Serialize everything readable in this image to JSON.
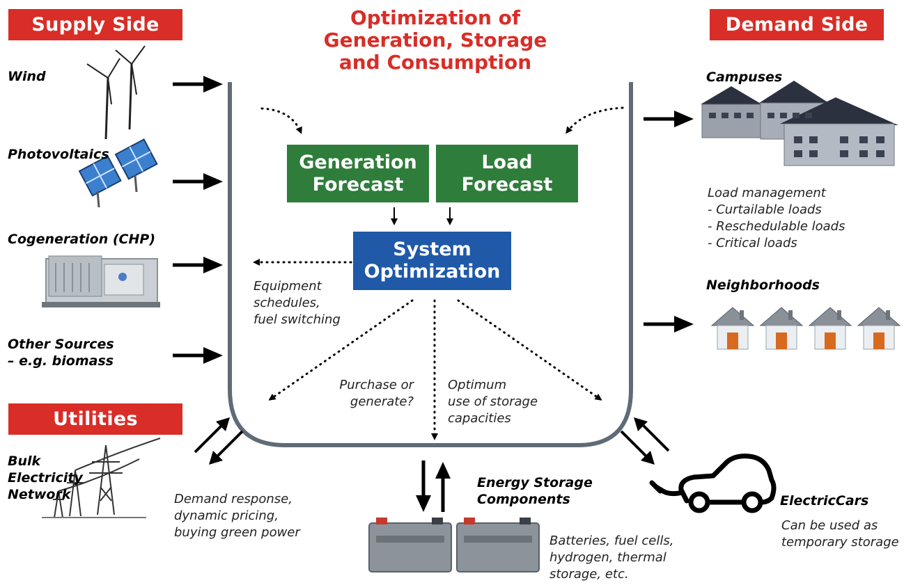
{
  "title": "Optimization of Generation, Storage and Consumption",
  "title_lines": [
    "Optimization of",
    "Generation, Storage",
    "and Consumption"
  ],
  "supply_side": {
    "heading": "Supply Side",
    "sources": [
      {
        "label": "Wind",
        "icon": "wind-turbine-icon"
      },
      {
        "label": "Photovoltaics",
        "icon": "solar-panel-icon"
      },
      {
        "label": "Cogeneration (CHP)",
        "icon": "chp-unit-icon"
      },
      {
        "label_lines": [
          "Other Sources",
          "– e.g. biomass"
        ]
      }
    ]
  },
  "utilities": {
    "heading": "Utilities",
    "bulk_lines": [
      "Bulk",
      "Electricity",
      "Network"
    ],
    "note_lines": [
      "Demand response,",
      "dynamic pricing,",
      "buying green power"
    ]
  },
  "demand_side": {
    "heading": "Demand Side",
    "campuses": "Campuses",
    "load_management": [
      "Load management",
      "- Curtailable loads",
      "- Reschedulable loads",
      "- Critical loads"
    ],
    "neighborhoods": "Neighborhoods",
    "electric_cars": "ElectricCars",
    "cars_note": [
      "Can be used as",
      "temporary storage"
    ]
  },
  "boxes": {
    "generation_forecast": [
      "Generation",
      "Forecast"
    ],
    "load_forecast": [
      "Load",
      "Forecast"
    ],
    "system_optimization": [
      "System",
      "Optimization"
    ]
  },
  "annotations": {
    "equipment": [
      "Equipment",
      "schedules,",
      "fuel switching"
    ],
    "purchase": [
      "Purchase or",
      "generate?"
    ],
    "optimum": [
      "Optimum",
      "use of storage",
      "capacities"
    ]
  },
  "storage": {
    "label_lines": [
      "Energy Storage",
      "Components"
    ],
    "note_lines": [
      "Batteries, fuel cells,",
      "hydrogen, thermal",
      "storage, etc."
    ]
  },
  "colors": {
    "accent_red": "#d92d27",
    "forecast_green": "#2e7d3b",
    "optimization_blue": "#1f59a8",
    "vessel_gray": "#5f6b77"
  }
}
